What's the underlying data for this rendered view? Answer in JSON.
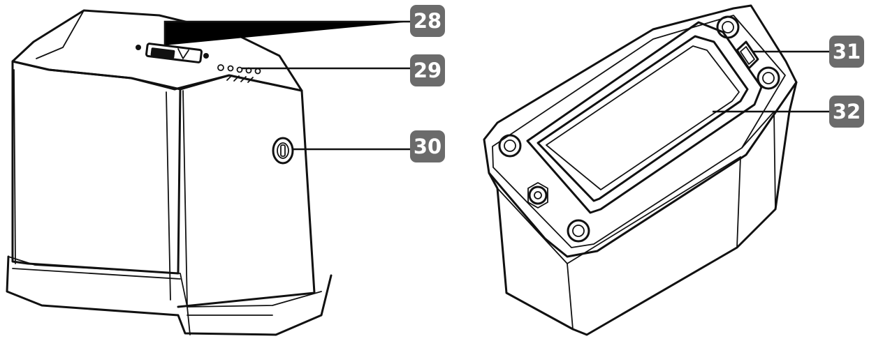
{
  "callouts": [
    {
      "id": "28",
      "label": "28"
    },
    {
      "id": "29",
      "label": "29"
    },
    {
      "id": "30",
      "label": "30"
    },
    {
      "id": "31",
      "label": "31"
    },
    {
      "id": "32",
      "label": "32"
    }
  ],
  "colors": {
    "badge": "#6b6b6b",
    "line": "#111111",
    "background": "#ffffff"
  },
  "icons": [
    "switch-slider-icon",
    "indicator-lights-icon",
    "connector-port-icon",
    "usb-port-icon",
    "label-panel-icon"
  ]
}
